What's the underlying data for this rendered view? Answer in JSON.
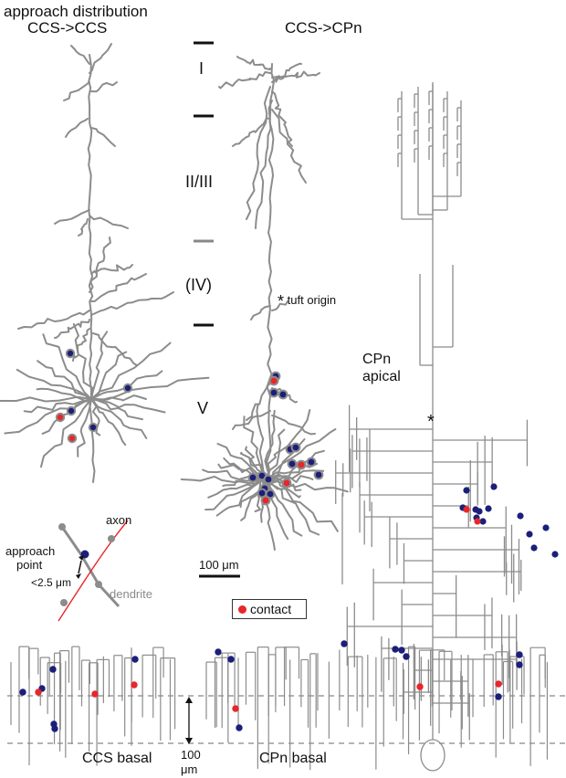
{
  "titles": {
    "main": "approach distribution",
    "ccs": "CCS->CCS",
    "cpn": "CCS->CPn"
  },
  "layers": [
    "I",
    "II/III",
    "(IV)",
    "V"
  ],
  "annotations": {
    "tuft_origin": "tuft origin",
    "cpn_apical": [
      "CPn",
      "apical"
    ],
    "scale_bar": "100 μm",
    "ccs_basal": "CCS basal",
    "cpn_basal": "CPn basal",
    "basal_scale": [
      "100",
      "μm"
    ]
  },
  "inset": {
    "axon": "axon",
    "approach": [
      "approach",
      "point"
    ],
    "distance": "<2.5 μm",
    "dendrite": "dendrite"
  },
  "legend": {
    "contact": "contact"
  },
  "colors": {
    "dendrite": "#8c8c8c",
    "approach_dot": "#1b1f7a",
    "contact_dot": "#e8262a",
    "axon": "#e8262a"
  }
}
